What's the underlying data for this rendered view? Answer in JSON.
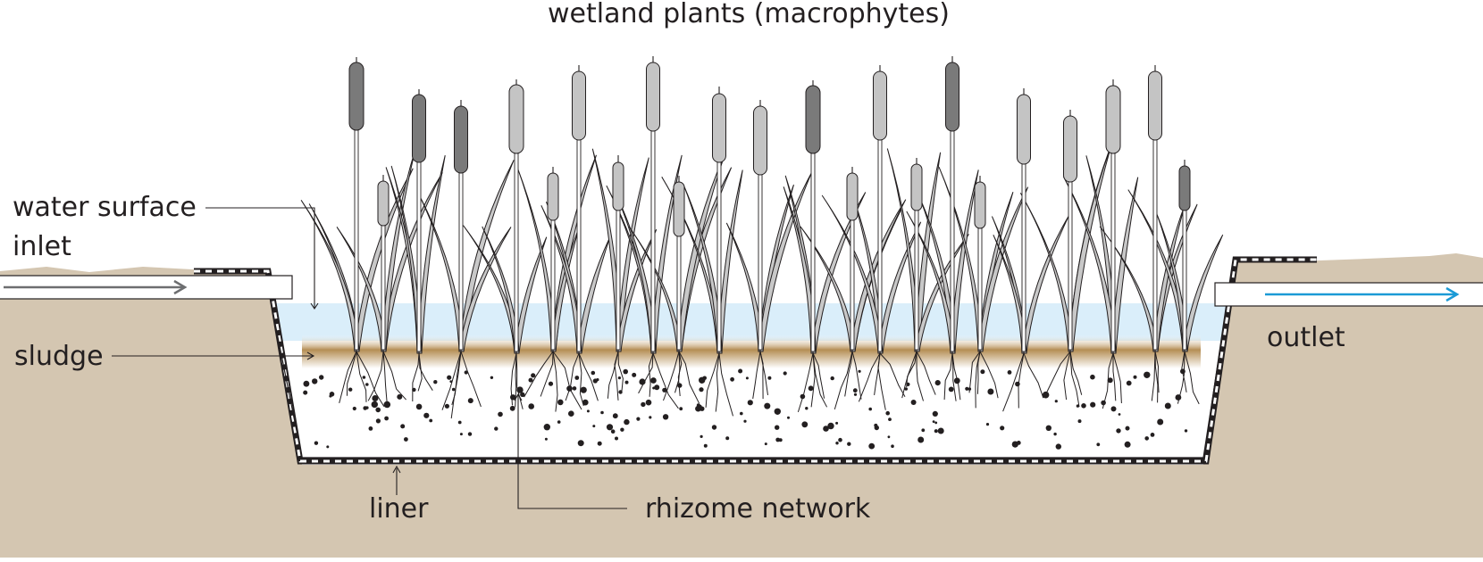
{
  "labels": {
    "title": "wetland plants (macrophytes)",
    "water_surface": "water surface",
    "inlet": "inlet",
    "sludge": "sludge",
    "outlet": "outlet",
    "liner": "liner",
    "rhizome_network": "rhizome network"
  },
  "colors": {
    "soil": "#d4c6b1",
    "water": "#daeefa",
    "sludge": "#b58e55",
    "gravel_bed": "#ffffff",
    "liner": "#231f20",
    "plant_leaf": "#c8c8c8",
    "cattail_light": "#c4c4c4",
    "cattail_dark": "#7a7a7a",
    "inlet_arrow": "#6d6e70",
    "outlet_arrow": "#1b9ad6",
    "ink": "#231f20"
  }
}
